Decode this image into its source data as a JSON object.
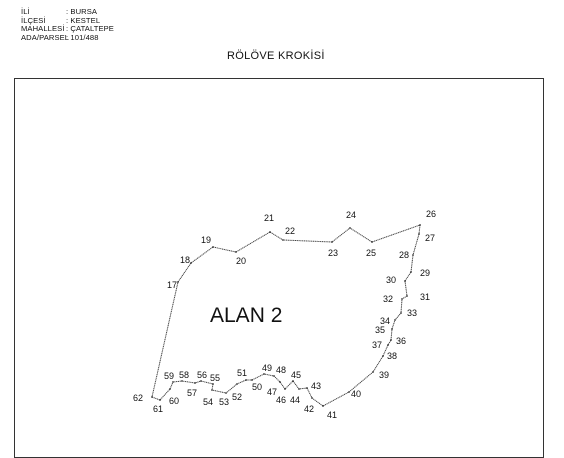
{
  "header": {
    "rows": [
      {
        "label": "İLİ",
        "value": ": BURSA"
      },
      {
        "label": "İLÇESİ",
        "value": ": KESTEL"
      },
      {
        "label": "MAHALLESİ",
        "value": ": ÇATALTEPE"
      },
      {
        "label": "ADA/PARSEL",
        "value": ": 101/488"
      }
    ]
  },
  "title": "RÖLÖVE KROKİSİ",
  "area_label": "ALAN 2",
  "points": [
    {
      "n": "17"
    },
    {
      "n": "18"
    },
    {
      "n": "19"
    },
    {
      "n": "20"
    },
    {
      "n": "21"
    },
    {
      "n": "22"
    },
    {
      "n": "23"
    },
    {
      "n": "24"
    },
    {
      "n": "25"
    },
    {
      "n": "26"
    },
    {
      "n": "27"
    },
    {
      "n": "28"
    },
    {
      "n": "29"
    },
    {
      "n": "30"
    },
    {
      "n": "31"
    },
    {
      "n": "32"
    },
    {
      "n": "33"
    },
    {
      "n": "34"
    },
    {
      "n": "35"
    },
    {
      "n": "36"
    },
    {
      "n": "37"
    },
    {
      "n": "38"
    },
    {
      "n": "39"
    },
    {
      "n": "40"
    },
    {
      "n": "41"
    },
    {
      "n": "42"
    },
    {
      "n": "43"
    },
    {
      "n": "44"
    },
    {
      "n": "45"
    },
    {
      "n": "46"
    },
    {
      "n": "47"
    },
    {
      "n": "48"
    },
    {
      "n": "49"
    },
    {
      "n": "50"
    },
    {
      "n": "51"
    },
    {
      "n": "52"
    },
    {
      "n": "53"
    },
    {
      "n": "54"
    },
    {
      "n": "55"
    },
    {
      "n": "56"
    },
    {
      "n": "57"
    },
    {
      "n": "58"
    },
    {
      "n": "59"
    },
    {
      "n": "60"
    },
    {
      "n": "61"
    },
    {
      "n": "62"
    }
  ]
}
